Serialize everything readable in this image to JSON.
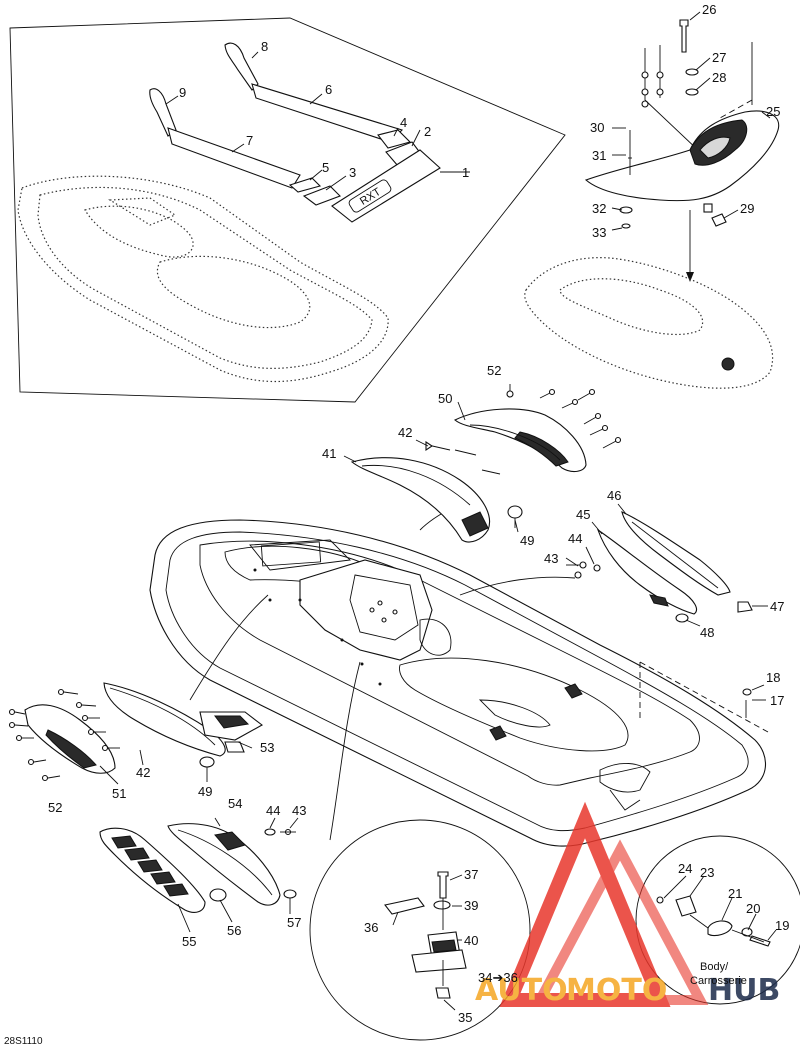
{
  "figure_code": "28S1110",
  "inset_label_line1": "Body/",
  "inset_label_line2": "Carrosserie",
  "badge_text": "RXT",
  "watermark": {
    "word1": "AUTO",
    "word2": "MOTO",
    "word3": "HUB",
    "color_red": "#e8372c",
    "color_orange": "#f5a623",
    "color_navy": "#1b2a4a"
  },
  "callouts": [
    {
      "id": "1",
      "text": "1"
    },
    {
      "id": "2",
      "text": "2"
    },
    {
      "id": "3",
      "text": "3"
    },
    {
      "id": "4",
      "text": "4"
    },
    {
      "id": "5",
      "text": "5"
    },
    {
      "id": "6",
      "text": "6"
    },
    {
      "id": "7",
      "text": "7"
    },
    {
      "id": "8",
      "text": "8"
    },
    {
      "id": "9",
      "text": "9"
    },
    {
      "id": "17",
      "text": "17"
    },
    {
      "id": "18",
      "text": "18"
    },
    {
      "id": "19",
      "text": "19"
    },
    {
      "id": "20",
      "text": "20"
    },
    {
      "id": "21",
      "text": "21"
    },
    {
      "id": "23",
      "text": "23"
    },
    {
      "id": "24",
      "text": "24"
    },
    {
      "id": "25",
      "text": "25"
    },
    {
      "id": "26",
      "text": "26"
    },
    {
      "id": "27",
      "text": "27"
    },
    {
      "id": "28",
      "text": "28"
    },
    {
      "id": "29",
      "text": "29"
    },
    {
      "id": "30",
      "text": "30"
    },
    {
      "id": "31",
      "text": "31"
    },
    {
      "id": "32",
      "text": "32"
    },
    {
      "id": "33",
      "text": "33"
    },
    {
      "id": "34",
      "text": "34➔36"
    },
    {
      "id": "35",
      "text": "35"
    },
    {
      "id": "36",
      "text": "36"
    },
    {
      "id": "37",
      "text": "37"
    },
    {
      "id": "39",
      "text": "39"
    },
    {
      "id": "40",
      "text": "40"
    },
    {
      "id": "41",
      "text": "41"
    },
    {
      "id": "42a",
      "text": "42"
    },
    {
      "id": "42b",
      "text": "42"
    },
    {
      "id": "43a",
      "text": "43"
    },
    {
      "id": "43b",
      "text": "43"
    },
    {
      "id": "44a",
      "text": "44"
    },
    {
      "id": "44b",
      "text": "44"
    },
    {
      "id": "45",
      "text": "45"
    },
    {
      "id": "46",
      "text": "46"
    },
    {
      "id": "47",
      "text": "47"
    },
    {
      "id": "48",
      "text": "48"
    },
    {
      "id": "49a",
      "text": "49"
    },
    {
      "id": "49b",
      "text": "49"
    },
    {
      "id": "50",
      "text": "50"
    },
    {
      "id": "51",
      "text": "51"
    },
    {
      "id": "52a",
      "text": "52"
    },
    {
      "id": "52b",
      "text": "52"
    },
    {
      "id": "53",
      "text": "53"
    },
    {
      "id": "54",
      "text": "54"
    },
    {
      "id": "55",
      "text": "55"
    },
    {
      "id": "56",
      "text": "56"
    },
    {
      "id": "57",
      "text": "57"
    }
  ]
}
